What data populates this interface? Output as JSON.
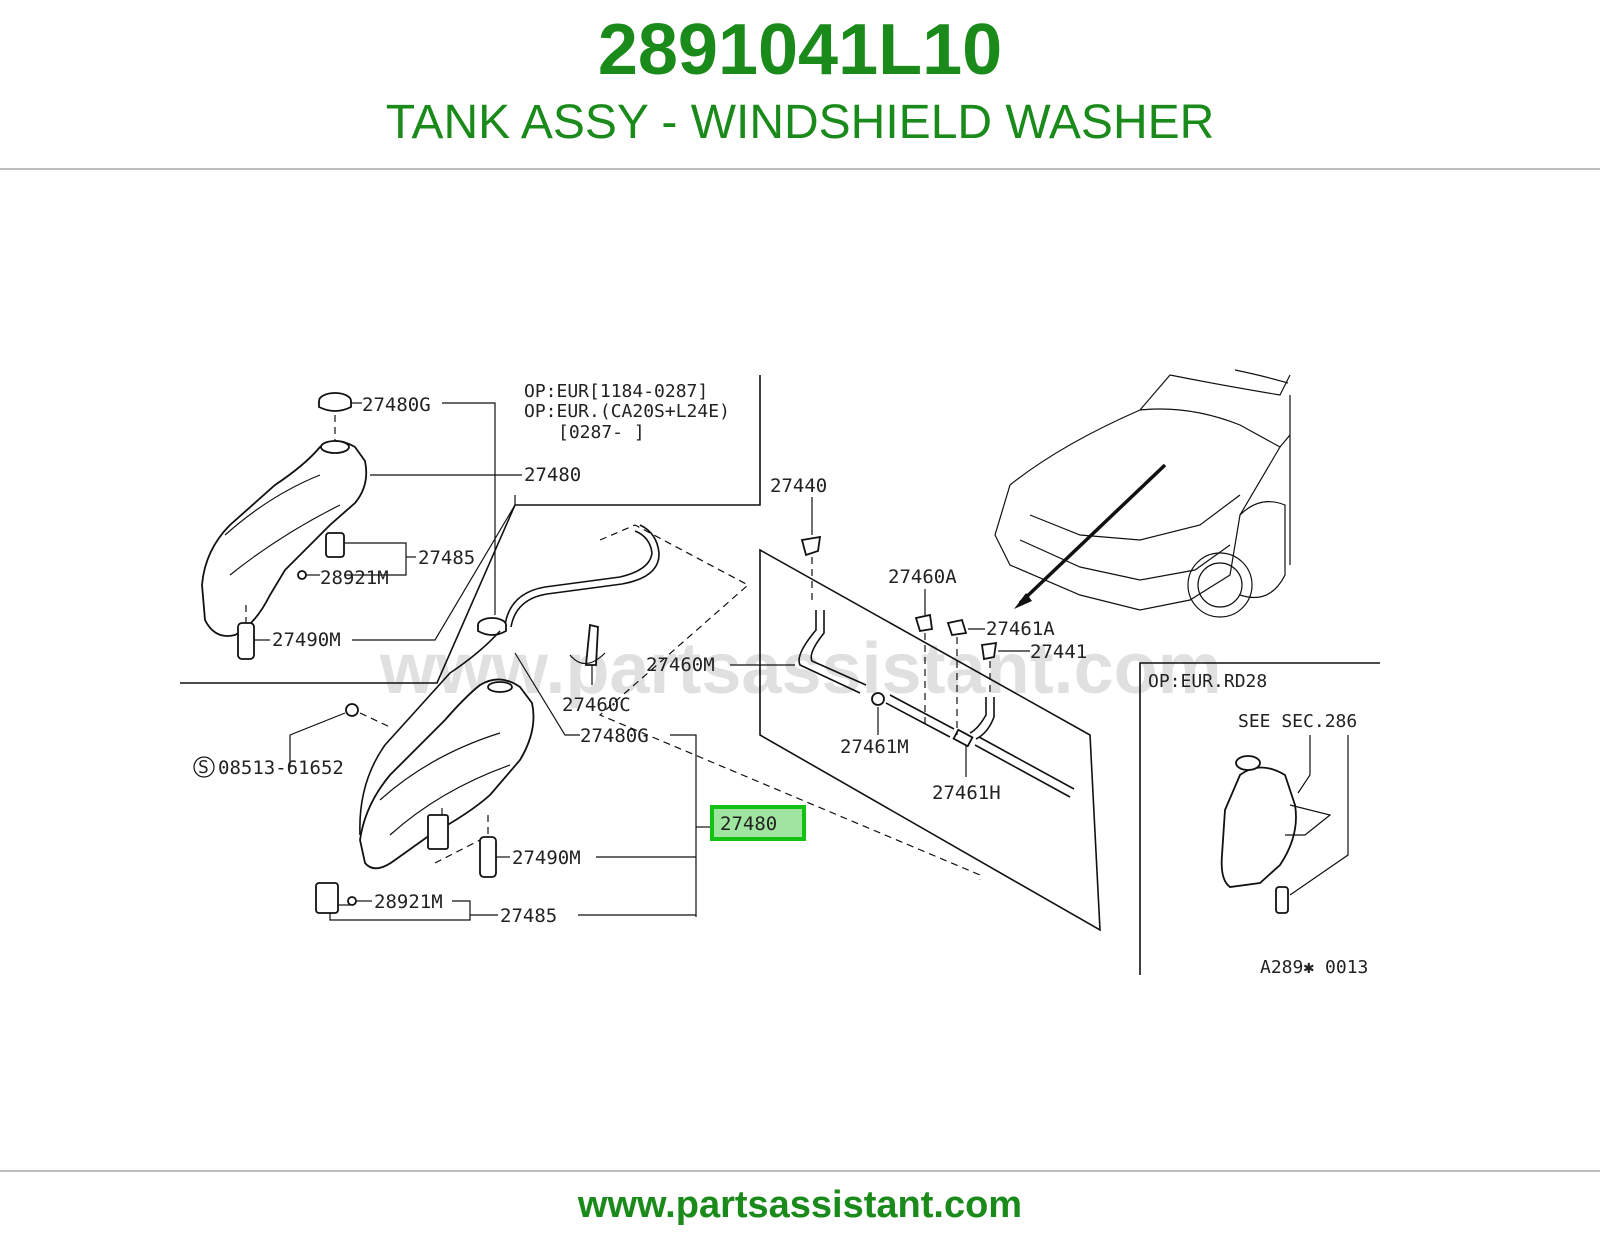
{
  "header": {
    "part_number": "2891041L10",
    "part_name": "TANK ASSY - WINDSHIELD WASHER"
  },
  "footer": {
    "url": "www.partsassistant.com"
  },
  "diagram": {
    "watermark": "www.partsassistant.com",
    "highlighted_callout": "27480",
    "option_note_top": [
      "OP:EUR[1184-0287]",
      "OP:EUR.(CA20S+L24E)",
      "[0287-    ]"
    ],
    "option_note_box": "OP:EUR.RD28",
    "see_section": "SEE SEC.286",
    "figure_code": "A289✱ 0013",
    "screw_callout": "08513-61652",
    "screw_symbol": "S",
    "callouts": {
      "upper_cap": "27480G",
      "upper_tank": "27480",
      "upper_pump": "27485",
      "upper_grommet": "28921M",
      "upper_hose": "27490M",
      "lower_cap": "27480G",
      "lower_hose": "27490M",
      "lower_grommet": "28921M",
      "lower_pump": "27485",
      "hose_clip": "27460C",
      "nozzle_upper": "27440",
      "hose_main": "27460M",
      "clip_a": "27460A",
      "connector_a": "27461A",
      "nozzle_right": "27441",
      "connector_m": "27461M",
      "connector_h": "27461H"
    }
  }
}
